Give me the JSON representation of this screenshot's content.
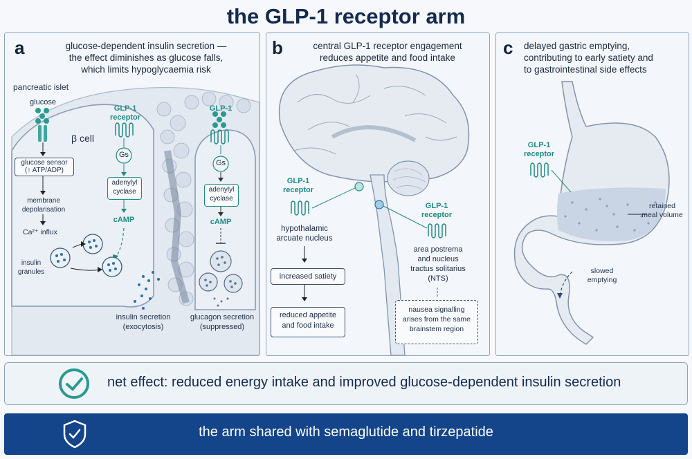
{
  "title": "the GLP-1 receptor arm",
  "panel_a": {
    "label": "a",
    "caption": [
      "glucose-dependent insulin secretion —",
      "the effect diminishes as glucose falls,",
      "which limits hypoglycaemia risk"
    ],
    "islet": "pancreatic islet",
    "glucose": "glucose",
    "beta_cell": "β cell",
    "glp1_receptor": [
      "GLP-1",
      "receptor"
    ],
    "gs": "Gs",
    "adenylyl": [
      "adenylyl",
      "cyclase"
    ],
    "camp": "cAMP",
    "glucose_sensor": [
      "glucose sensor",
      "(↑ ATP/ADP)"
    ],
    "membrane": [
      "membrane",
      "depolarisation"
    ],
    "ca_influx": "Ca²⁺ influx",
    "insulin_granules": [
      "insulin",
      "granules"
    ],
    "insulin_secretion": [
      "insulin secretion",
      "(exocytosis)"
    ],
    "glp1": "GLP-1",
    "gs2": "Gs",
    "adenylyl2": [
      "adenylyl",
      "cyclase"
    ],
    "camp2": "cAMP",
    "glucagon_secretion": [
      "glucagon secretion",
      "(suppressed)"
    ]
  },
  "panel_b": {
    "label": "b",
    "caption": [
      "central GLP-1 receptor engagement",
      "reduces appetite and food intake"
    ],
    "glp1_receptor_left": [
      "GLP-1",
      "receptor"
    ],
    "hypothalamic": [
      "hypothalamic",
      "arcuate nucleus"
    ],
    "increased_satiety": "increased satiety",
    "reduced_appetite": [
      "reduced appetite",
      "and food intake"
    ],
    "glp1_receptor_right": [
      "GLP-1",
      "receptor"
    ],
    "area_postrema": [
      "area postrema",
      "and nucleus",
      "tractus solitarius",
      "(NTS)"
    ],
    "nausea": [
      "nausea signalling",
      "arises from the same",
      "brainstem region"
    ]
  },
  "panel_c": {
    "label": "c",
    "caption": [
      "delayed gastric emptying,",
      "contributing to early satiety and",
      "to gastrointestinal side effects"
    ],
    "glp1_receptor": [
      "GLP-1",
      "receptor"
    ],
    "retained": [
      "retained",
      "meal volume"
    ],
    "slowed": [
      "slowed",
      "emptying"
    ]
  },
  "net_effect": "net effect: reduced energy intake and improved glucose-dependent insulin secretion",
  "shared": "the arm shared with semaglutide and tirzepatide",
  "colors": {
    "teal": "#1f8a84",
    "navy": "#14448a",
    "title": "#142a4f",
    "border": "#8fa3bd"
  },
  "icons": {
    "net": "check-circle-icon",
    "shared": "shield-check-icon"
  }
}
